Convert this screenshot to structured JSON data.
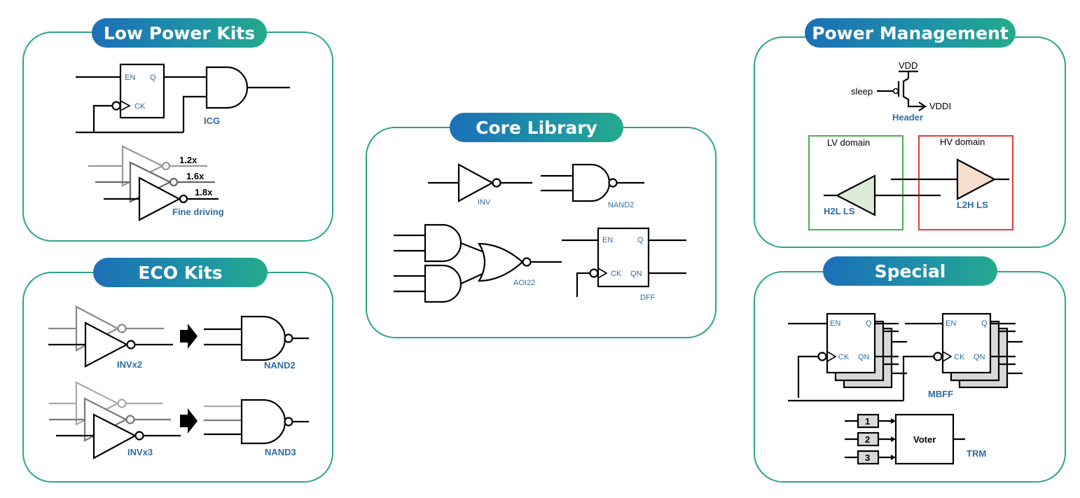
{
  "panels": {
    "low_power": {
      "title": "Low Power Kits",
      "icg": "ICG",
      "fine_driving": "Fine driving",
      "ratios": [
        "1.2x",
        "1.6x",
        "1.8x"
      ]
    },
    "eco": {
      "title": "ECO Kits",
      "invx2": "INVx2",
      "nand2": "NAND2",
      "invx3": "INVx3",
      "nand3": "NAND3"
    },
    "core": {
      "title": "Core Library",
      "inv": "INV",
      "nand2": "NAND2",
      "aoi22": "AOI22",
      "dff": "DFF"
    },
    "power": {
      "title": "Power Management",
      "vdd": "VDD",
      "sleep": "sleep",
      "vddi": "VDDI",
      "header": "Header",
      "lv_domain": "LV domain",
      "hv_domain": "HV domain",
      "h2l": "H2L LS",
      "l2h": "L2H LS"
    },
    "special": {
      "title": "Special",
      "mbff": "MBFF",
      "voter": "Voter",
      "trm": "TRM",
      "voter_inputs": [
        "1",
        "2",
        "3"
      ]
    }
  },
  "pins": {
    "en": "EN",
    "q": "Q",
    "ck": "CK",
    "qn": "QN"
  },
  "colors": {
    "accent_border": "#2aa58f",
    "pill_start": "#1c6fb8",
    "pill_end": "#24aa8c",
    "label_blue": "#2e6da4",
    "lv_green": "#4caf50",
    "hv_red": "#e53935",
    "lv_fill": "#dcebd6",
    "hv_fill": "#f7ddcc"
  }
}
